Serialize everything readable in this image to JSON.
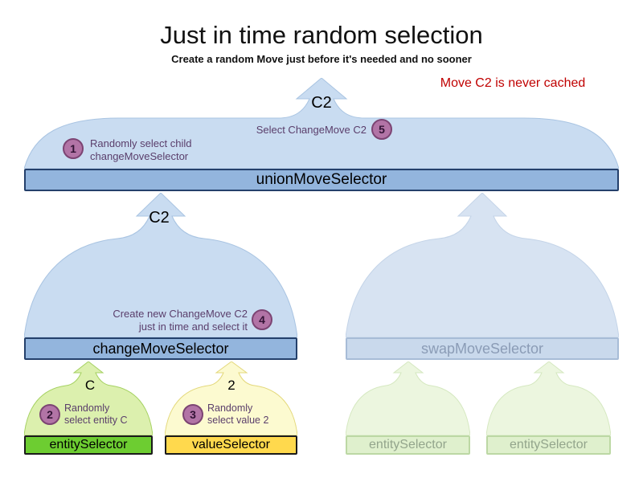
{
  "title": "Just in time random selection",
  "subtitle": "Create a random Move just before it's needed and no sooner",
  "note": "Move C2 is never cached",
  "colors": {
    "note_red": "#c00000",
    "blue_arch": "#c9dcf1",
    "blue_bar": "#93b5dd",
    "faded_blue_bar": "#c9d9ec",
    "green_bar": "#6dcd31",
    "yellow_bar": "#ffd94d",
    "faded_green_bar": "#dff0cd",
    "step_circle": "#b274a6",
    "annotation_text": "#5a3e6b"
  },
  "union_selector": {
    "label": "unionMoveSelector",
    "output": "C2",
    "steps": {
      "step1": {
        "num": "1",
        "line1": "Randomly select child",
        "line2": "changeMoveSelector"
      },
      "step5": {
        "num": "5",
        "text": "Select ChangeMove C2"
      }
    }
  },
  "change_selector": {
    "label": "changeMoveSelector",
    "output": "C2",
    "steps": {
      "step4": {
        "num": "4",
        "line1": "Create new ChangeMove C2",
        "line2": "just in time and select it"
      }
    }
  },
  "swap_selector": {
    "label": "swapMoveSelector"
  },
  "entity_selector": {
    "label": "entitySelector",
    "output": "C",
    "steps": {
      "step2": {
        "num": "2",
        "line1": "Randomly",
        "line2": "select entity C"
      }
    }
  },
  "value_selector": {
    "label": "valueSelector",
    "output": "2",
    "steps": {
      "step3": {
        "num": "3",
        "line1": "Randomly",
        "line2": "select value 2"
      }
    }
  },
  "faded_selectors": {
    "entity_left_label": "entitySelector",
    "entity_right_label": "entitySelector"
  }
}
